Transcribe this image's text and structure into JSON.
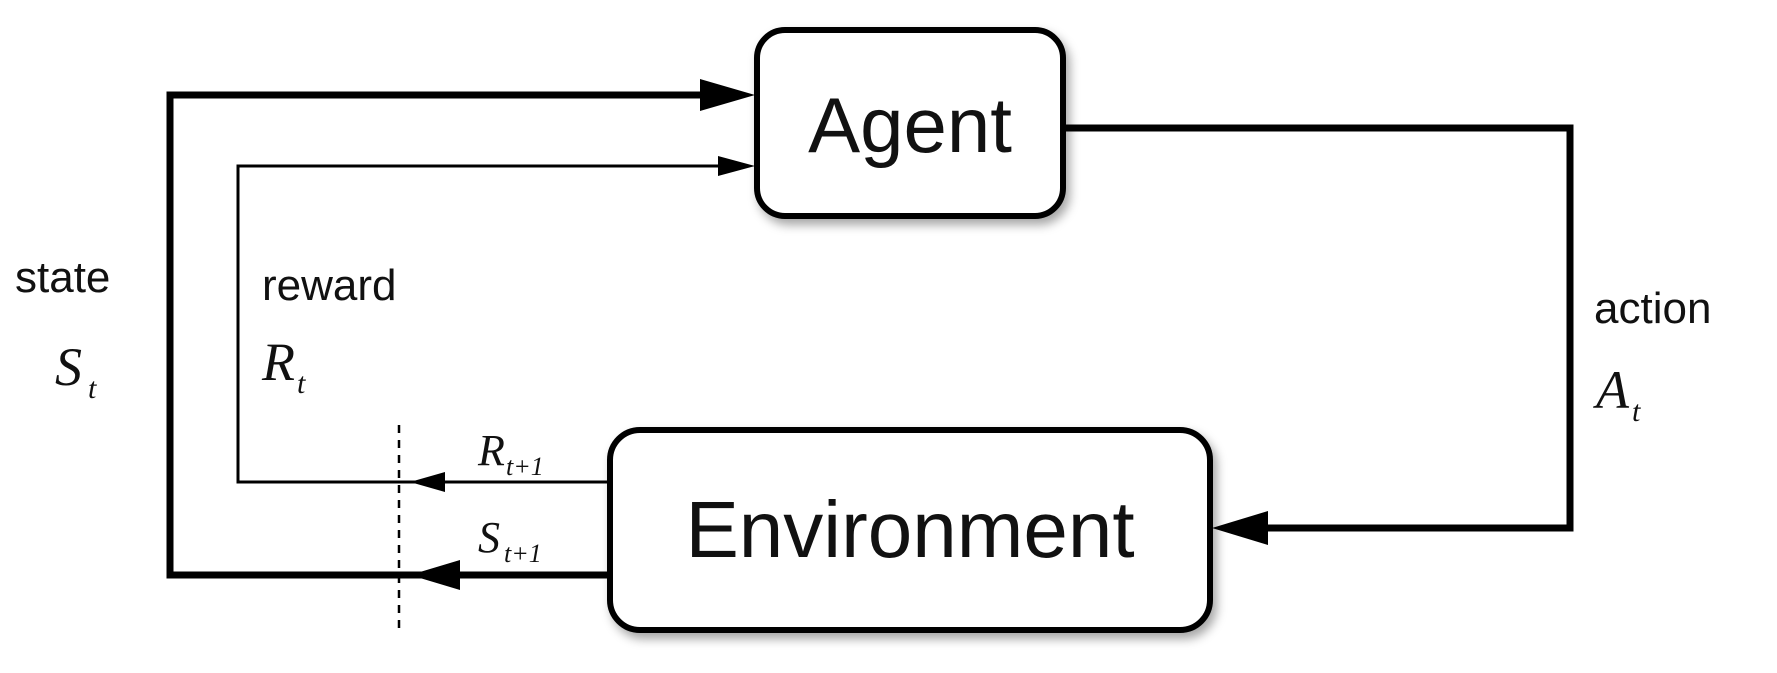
{
  "diagram": {
    "agent": {
      "label": "Agent"
    },
    "environment": {
      "label": "Environment"
    },
    "state": {
      "word": "state",
      "symbol": "S",
      "subscript": "t"
    },
    "reward": {
      "word": "reward",
      "symbol": "R",
      "subscript": "t"
    },
    "action": {
      "word": "action",
      "symbol": "A",
      "subscript": "t"
    },
    "next_reward": {
      "symbol": "R",
      "subscript": "t+1"
    },
    "next_state": {
      "symbol": "S",
      "subscript": "t+1"
    }
  },
  "colors": {
    "stroke": "#000000",
    "box_fill": "#ffffff",
    "text": "#111111"
  }
}
